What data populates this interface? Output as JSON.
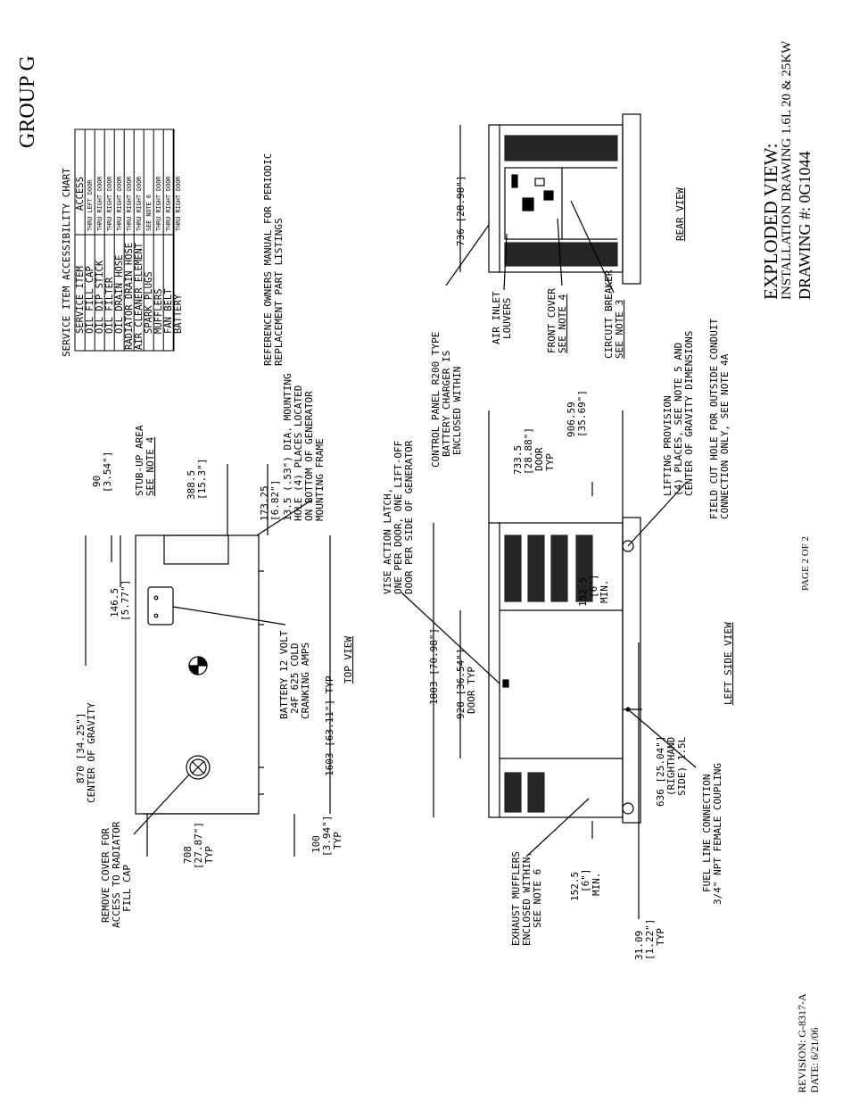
{
  "header": {
    "group": "GROUP G",
    "title": "EXPLODED VIEW:",
    "subtitle": "INSTALLATION DRAWING 1.6L 20 & 25KW",
    "drawing_number": "DRAWING #: 0G1044",
    "page": "PAGE 2 OF 2",
    "revision": "REVISION: G-8317-A",
    "date": "DATE: 6/21/06"
  },
  "service_chart": {
    "title": "SERVICE ITEM ACCESSIBILITY CHART",
    "columns": [
      "SERVICE ITEM",
      "ACCESS"
    ],
    "rows": [
      [
        "OIL FILL CAP",
        "THRU LEFT DOOR"
      ],
      [
        "OIL DIP STICK",
        "THRU RIGHT DOOR"
      ],
      [
        "OIL FILTER",
        "THRU RIGHT DOOR"
      ],
      [
        "OIL DRAIN HOSE",
        "THRU RIGHT DOOR"
      ],
      [
        "RADIATOR DRAIN HOSE",
        "THRU RIGHT DOOR"
      ],
      [
        "AIR CLEANER ELEMENT",
        "THRU RIGHT DOOR"
      ],
      [
        "SPARK PLUGS",
        "SEE NOTE 6"
      ],
      [
        "MUFFLERS",
        "THRU RIGHT DOOR"
      ],
      [
        "FAN BELT",
        "THRU RIGHT DOOR"
      ],
      [
        "BATTERY",
        "THRU RIGHT DOOR"
      ]
    ],
    "reference": [
      "REFERENCE OWNERS MANUAL FOR PERIODIC",
      "REPLACEMENT PART LISTINGS"
    ]
  },
  "top_view": {
    "label": "TOP VIEW",
    "cg": [
      "870 [34.25\"]",
      "CENTER OF GRAVITY"
    ],
    "dim_146": [
      "146.5",
      "[5.77\"]"
    ],
    "dim_90": [
      "90",
      "[3.54\"]"
    ],
    "stub_up": [
      "STUB-UP AREA",
      "SEE NOTE 4"
    ],
    "dim_388": [
      "388.5",
      "[15.3\"]"
    ],
    "dim_173": [
      "173.25",
      "[6.82\"]"
    ],
    "mounting": [
      "13.5 (.53\") DIA. MOUNTING",
      "HOLE (4) PLACES LOCATED",
      "ON BOTTOM OF GENERATOR",
      "MOUNTING FRAME"
    ],
    "dim_1603": "1603 [63.11\"] TYP",
    "battery": [
      "BATTERY 12 VOLT",
      "24F 625 COLD",
      "CRANKING AMPS"
    ],
    "dim_100": [
      "100",
      "[3.94\"]",
      "TYP"
    ],
    "dim_708": [
      "708",
      "[27.87\"]",
      "TYP"
    ],
    "radiator": [
      "REMOVE COVER FOR",
      "ACCESS TO RADIATOR",
      "FILL CAP"
    ]
  },
  "side_view": {
    "label": "LEFT SIDE VIEW",
    "vise": [
      "VISE ACTION LATCH,",
      "ONE PER DOOR, ONE LIFT-OFF",
      "DOOR PER SIDE OF GENERATOR"
    ],
    "control": [
      "CONTROL PANEL R200 TYPE",
      "BATTERY CHARGER IS",
      "ENCLOSED WITHIN"
    ],
    "dim_733": [
      "733.5",
      "[28.88\"]",
      "DOOR",
      "TYP"
    ],
    "dim_906": [
      "906.59",
      "[35.69\"]"
    ],
    "dim_1803": "1803 [70.98\"]",
    "dim_928": [
      "928 [36.54\"]",
      "DOOR TYP"
    ],
    "dim_152a": [
      "152.5",
      "[6\"]",
      "MIN."
    ],
    "dim_152b": [
      "152.5",
      "[6\"]",
      "MIN."
    ],
    "lifting": [
      "LIFTING PROVISION",
      "(4) PLACES, SEE NOTE 5 AND",
      "CENTER OF GRAVITY DIMENSIONS"
    ],
    "field_cut": [
      "FIELD CUT HOLE FOR OUTSIDE CONDUIT",
      "CONNECTION ONLY, SEE NOTE 4A"
    ],
    "dim_636": [
      "636 [25.04\"]",
      "(RIGHTHAND",
      "SIDE) 1.5L"
    ],
    "fuel": [
      "FUEL LINE CONNECTION",
      "3/4\" NPT FEMALE COUPLING"
    ],
    "dim_31": [
      "31.09",
      "[1.22\"]",
      "TYP"
    ],
    "exhaust": [
      "EXHAUST MUFFLERS",
      "ENCLOSED WITHIN,",
      "SEE NOTE 6"
    ]
  },
  "rear_view": {
    "label": "REAR VIEW",
    "dim_736": "736 [28.98\"]",
    "air_inlet": [
      "AIR INLET",
      "LOUVERS"
    ],
    "front_cover": [
      "FRONT COVER",
      "SEE NOTE 4"
    ],
    "breaker": [
      "CIRCUIT BREAKER",
      "SEE NOTE 3"
    ]
  }
}
